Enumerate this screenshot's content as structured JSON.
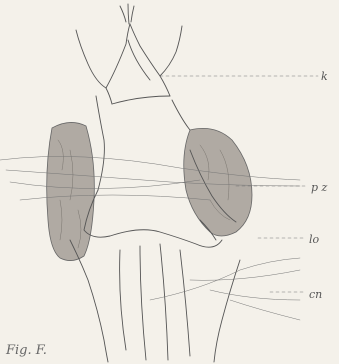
{
  "figure": {
    "labels": {
      "k": "k",
      "pz": "p z",
      "lo": "lo",
      "cn": "cn"
    },
    "caption": "Fig. F.",
    "colors": {
      "line": "#555555",
      "shade": "#8f8a84",
      "shade_fill": "#a39e97",
      "paper": "#f4f1ea"
    }
  }
}
